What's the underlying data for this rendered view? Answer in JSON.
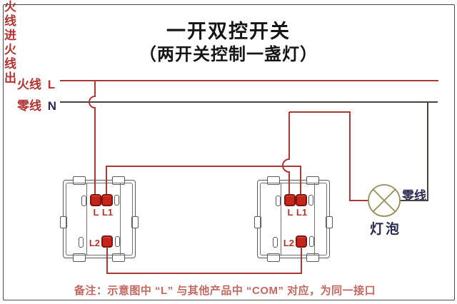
{
  "title": {
    "line1": "一开双控开关",
    "line2": "（两开关控制一盏灯）"
  },
  "wires": {
    "live_label": "火线",
    "live_symbol": "L",
    "neutral_label": "零线",
    "neutral_symbol": "N",
    "live_in_label": "火线进",
    "live_out_label": "火线出",
    "neutral_near_lamp_label": "零线"
  },
  "switches": [
    {
      "name": "switch-1",
      "terminals": {
        "top_left": "L",
        "top_right": "L1",
        "bottom": "L2"
      }
    },
    {
      "name": "switch-2",
      "terminals": {
        "top_left": "L",
        "top_right": "L1",
        "bottom": "L2"
      }
    }
  ],
  "lamp": {
    "label": "灯泡"
  },
  "note": "备注：示意图中 “L” 与其他产品中 “COM” 对应，为同一接口",
  "colors": {
    "wire_live": "#a93a33",
    "wire_neutral": "#48433f",
    "terminal_red": "#c5241b",
    "label_red": "#b23330",
    "label_navy": "#2b2b52",
    "note_red": "#c4685f",
    "lamp_olive": "#96915b"
  }
}
